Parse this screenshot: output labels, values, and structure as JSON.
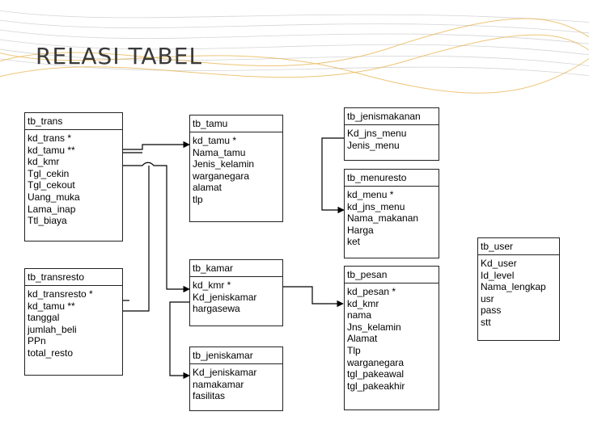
{
  "slide": {
    "title": "RELASI TABEL"
  },
  "tables": {
    "tb_trans": {
      "name": "tb_trans",
      "fields": [
        "kd_trans *",
        "kd_tamu **",
        "kd_kmr",
        "Tgl_cekin",
        "Tgl_cekout",
        "Uang_muka",
        "Lama_inap",
        "Ttl_biaya"
      ]
    },
    "tb_transresto": {
      "name": "tb_transresto",
      "fields": [
        "kd_transresto *",
        "kd_tamu **",
        "tanggal",
        "jumlah_beli",
        "PPn",
        "total_resto"
      ]
    },
    "tb_tamu": {
      "name": "tb_tamu",
      "fields": [
        "kd_tamu *",
        "Nama_tamu",
        "Jenis_kelamin",
        "warganegara",
        "alamat",
        "tlp"
      ]
    },
    "tb_kamar": {
      "name": "tb_kamar",
      "fields": [
        "kd_kmr *",
        "Kd_jeniskamar",
        "hargasewa"
      ]
    },
    "tb_jeniskamar": {
      "name": "tb_jeniskamar",
      "fields": [
        "Kd_jeniskamar",
        "namakamar",
        "fasilitas"
      ]
    },
    "tb_jenismakanan": {
      "name": "tb_jenismakanan",
      "fields": [
        "Kd_jns_menu",
        "Jenis_menu"
      ]
    },
    "tb_menuresto": {
      "name": "tb_menuresto",
      "fields": [
        "kd_menu *",
        "kd_jns_menu",
        "Nama_makanan",
        "Harga",
        "ket"
      ]
    },
    "tb_pesan": {
      "name": "tb_pesan",
      "fields": [
        "kd_pesan *",
        "kd_kmr",
        "nama",
        "Jns_kelamin",
        "Alamat",
        "Tlp",
        "warganegara",
        "tgl_pakeawal",
        "tgl_pakeakhir"
      ]
    },
    "tb_user": {
      "name": "tb_user",
      "fields": [
        "Kd_user",
        "Id_level",
        "Nama_lengkap",
        "usr",
        "pass",
        "stt"
      ]
    }
  }
}
